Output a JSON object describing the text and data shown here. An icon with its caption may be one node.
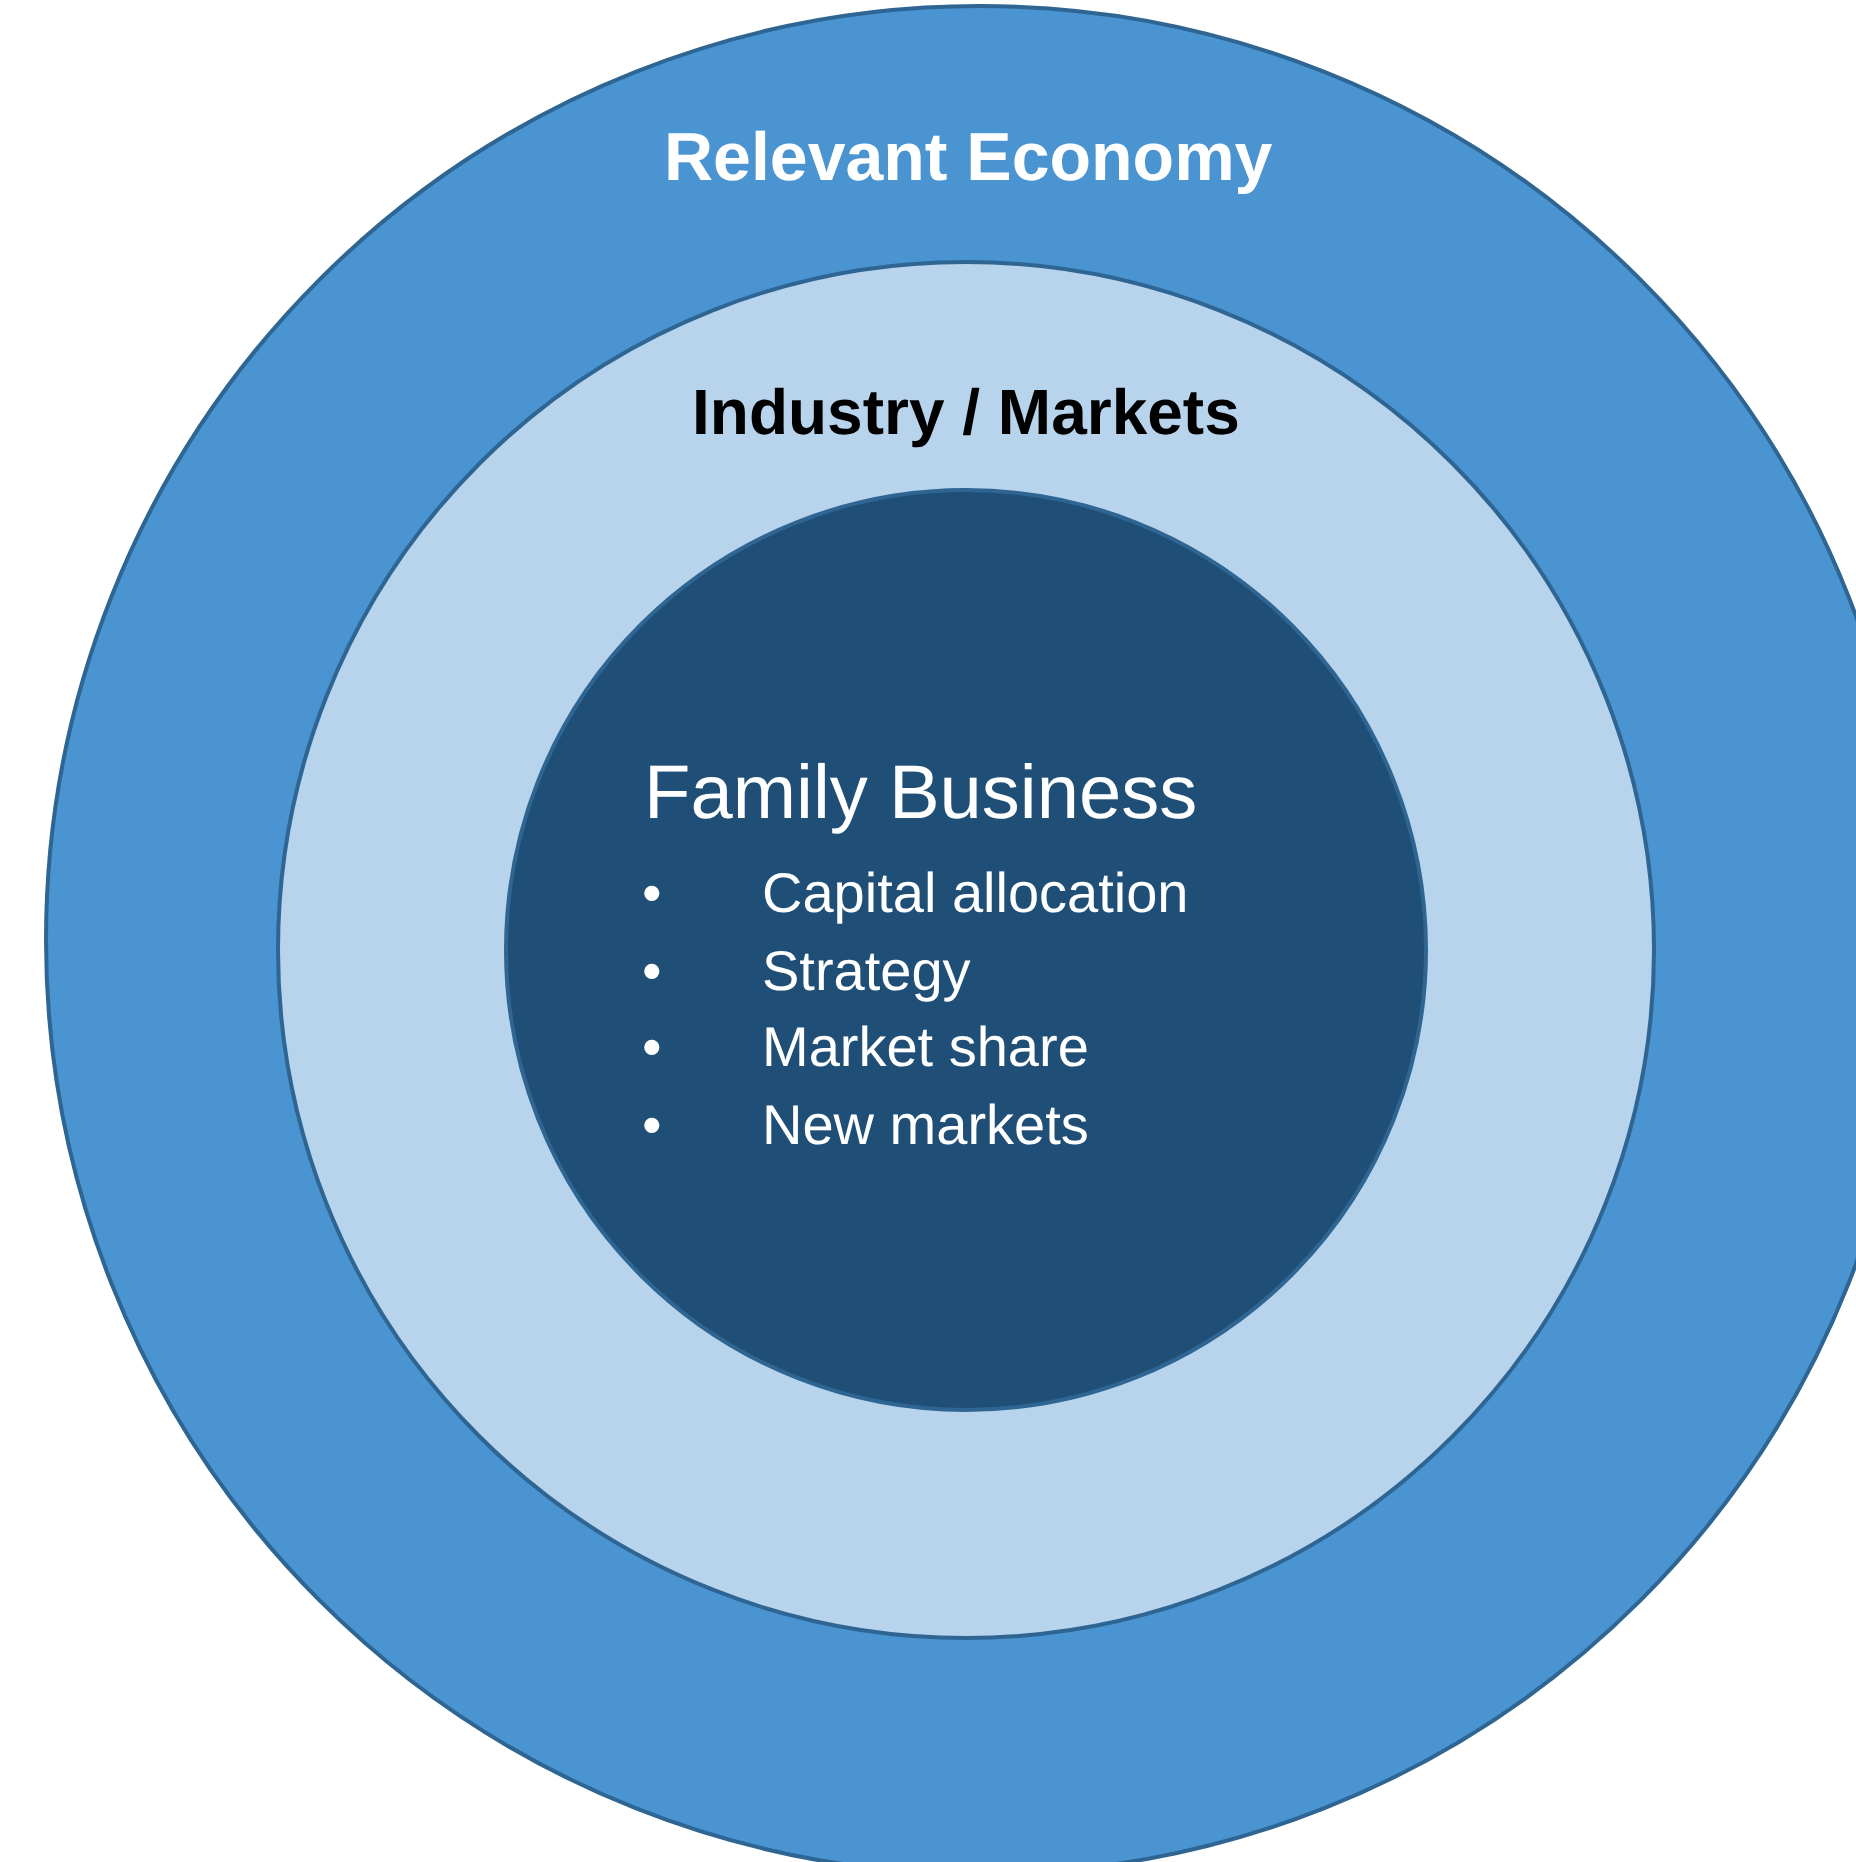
{
  "diagram": {
    "nodes": [
      {
        "text": [
          "Relevant Economy"
        ]
      },
      {
        "text": [
          "Industry / Markets"
        ],
        "in": 0
      },
      {
        "text": [
          "Family Business",
          "•\tCapital allocation",
          "•\tStrategy",
          "•\tMarket share",
          "•\tNew markets"
        ],
        "in": 1
      }
    ]
  }
}
